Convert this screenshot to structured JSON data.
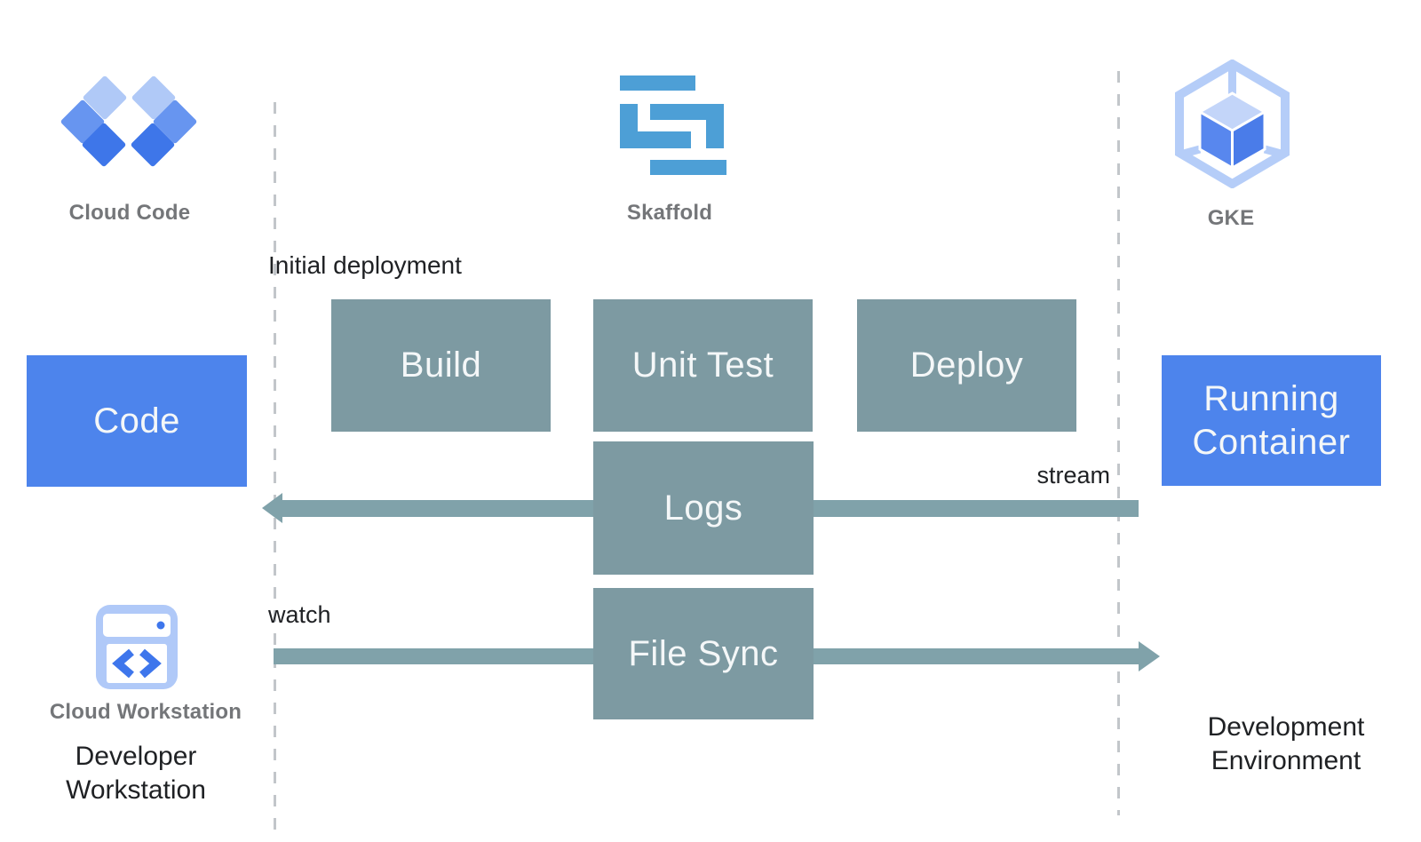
{
  "colors": {
    "blue_box": "#4d84ec",
    "teal_box": "#7d9aa2",
    "arrow": "#80a2aa",
    "dashed_line": "#c2c6ca",
    "gray_label": "#747679",
    "black_text": "#1f2124",
    "box_text": "#f4f7f8",
    "skaffold_blue": "#4d9fd6",
    "cc_light": "#b0c9f7",
    "cc_medium": "#6795f0",
    "cc_dark": "#3e76e9",
    "gke_light": "#b5cdf8",
    "gke_cube_top": "#c3d5f9",
    "gke_cube_left": "#5887ee",
    "gke_cube_right": "#4a7ce9",
    "ws_light": "#b0c9f8",
    "ws_accent": "#3e76ec"
  },
  "header_icons": {
    "cloud_code": {
      "label": "Cloud Code"
    },
    "skaffold": {
      "label": "Skaffold"
    },
    "gke": {
      "label": "GKE"
    }
  },
  "boxes": {
    "code": "Code",
    "build": "Build",
    "unit_test": "Unit Test",
    "deploy": "Deploy",
    "logs": "Logs",
    "file_sync": "File Sync",
    "running_container": "Running Container"
  },
  "annotations": {
    "initial_deployment": "Initial deployment",
    "stream": "stream",
    "watch": "watch"
  },
  "footer": {
    "cloud_workstation_label": "Cloud Workstation",
    "developer_workstation": "Developer Workstation",
    "development_environment": "Development Environment"
  }
}
